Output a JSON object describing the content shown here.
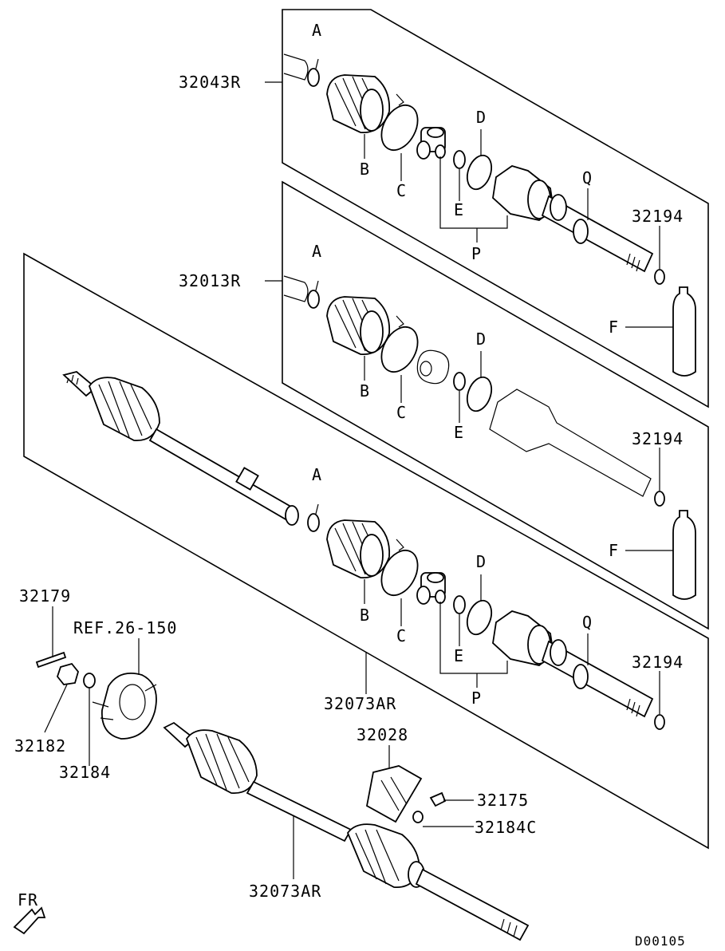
{
  "diagram_code": "D00105",
  "direction_marker": "FR",
  "assemblies": {
    "top": "32043R",
    "middle": "32013R",
    "lower": "32073AR",
    "bottom": "32073AR"
  },
  "letters": {
    "a": "A",
    "b": "B",
    "c": "C",
    "d": "D",
    "e": "E",
    "f": "F",
    "p": "P",
    "q": "Q"
  },
  "part_numbers": {
    "circlip": "32194",
    "cotter_pin": "32179",
    "reference": "REF.26-150",
    "hub_nut": "32182",
    "washer": "32184",
    "bracket": "32028",
    "bolt": "32175",
    "washer_c": "32184C"
  }
}
